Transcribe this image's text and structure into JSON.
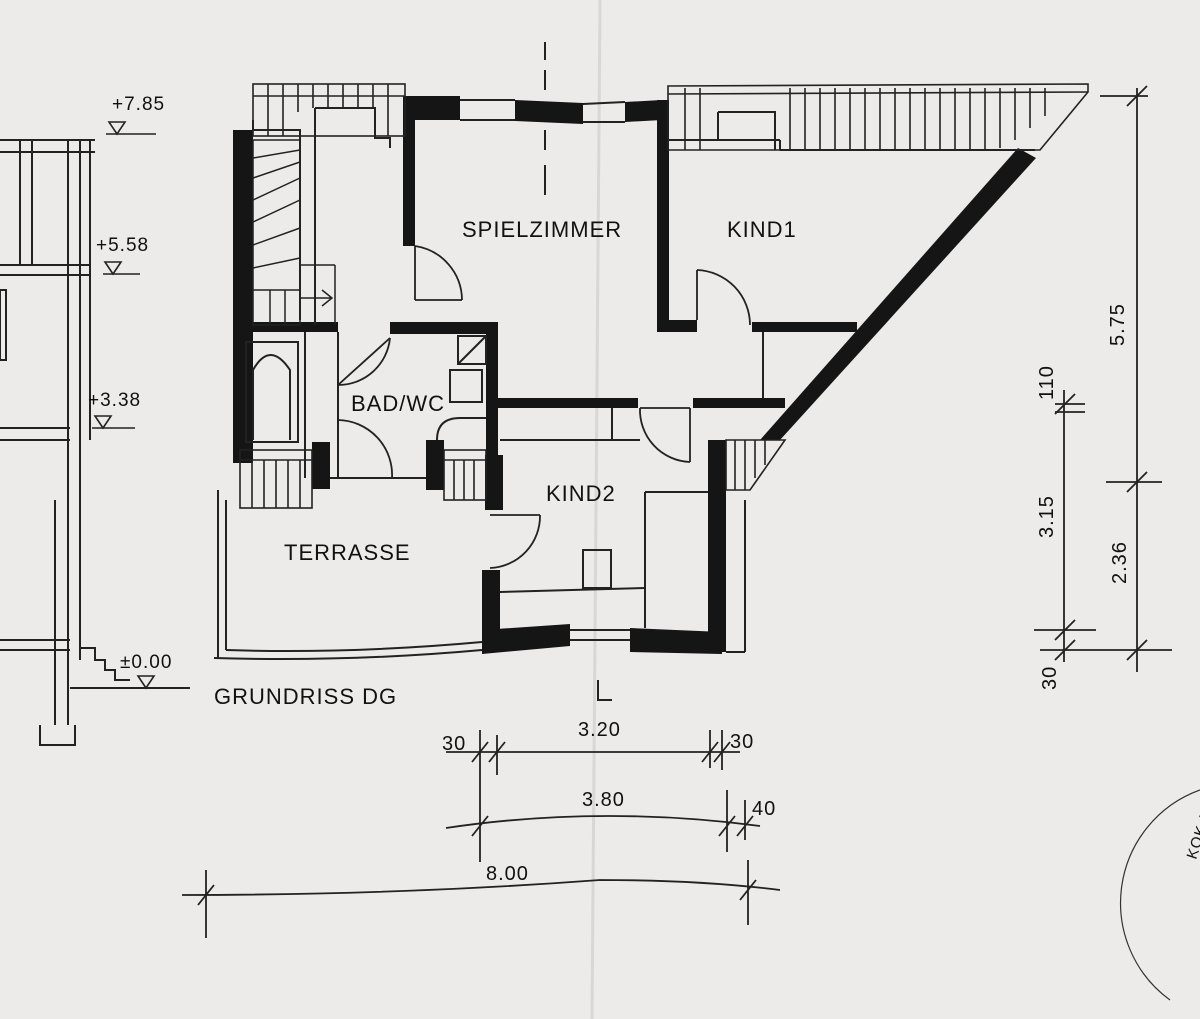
{
  "drawing": {
    "title": "GRUNDRISS DG",
    "rooms": {
      "spielzimmer": "SPIELZIMMER",
      "kind1": "KIND1",
      "kind2": "KIND2",
      "bad": "BAD/WC",
      "terrasse": "TERRASSE"
    },
    "levels": {
      "l785": "+7.85",
      "l558": "+5.58",
      "l338": "+3.38",
      "l000": "±0.00"
    },
    "dimensions": {
      "d575": "5.75",
      "d110": "110",
      "d315": "3.15",
      "d236": "2.36",
      "d30_right": "30",
      "d30_left": "30",
      "d320": "3.20",
      "d30_top_right": "30",
      "d380": "3.80",
      "d40": "40",
      "d800": "8.00"
    },
    "stamp": "KOK·BAYERIS"
  },
  "colors": {
    "paper": "#ecebe9",
    "ink": "#151515"
  }
}
